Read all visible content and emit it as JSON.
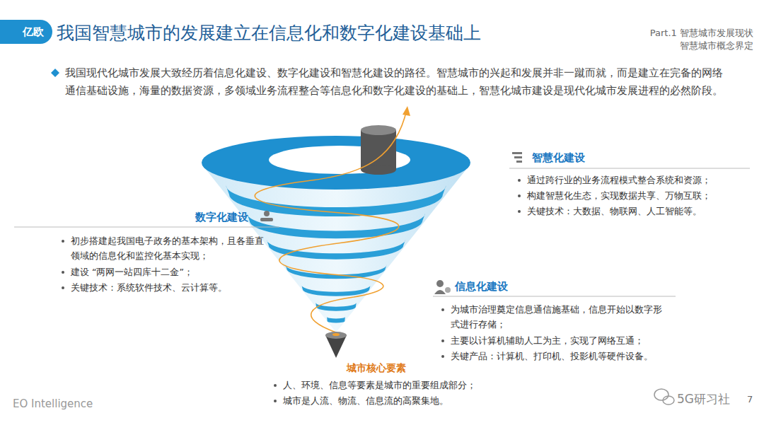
{
  "diagram": {
    "title": "我国智慧城市的发展建立在信息化和数字化建设基础上",
    "nodes": [
      {
        "text": [
          "亿欧"
        ]
      }
    ],
    "labels": [
      "Part.1 智慧城市发展现状",
      "智慧城市概念界定",
      "我国现代化城市发展大致经历着信息化建设、数字化建设和智慧化建设的路径。智慧城市的兴起和发展并非一蹴而就，而是建立在完备的网络通信基础设施，海量的数据资源，多领域业务流程整合等信息化和数字化建设的基础上，智慧化城市建设是现代化城市发展进程的必然阶段。",
      "智慧化建设",
      "通过跨行业的业务流程模式整合系统和资源；",
      "构建智慧化生态，实现数据共享、万物互联；",
      "关键技术：大数据、物联网、人工智能等。",
      "数字化建设",
      "初步搭建起我国电子政务的基本架构，且各垂直领域的信息化和监控化基本实现；",
      "建设 “两网一站四库十二金”；",
      "关键技术：系统软件技术、云计算等。",
      "信息化建设",
      "为城市治理奠定信息通信施基础，信息开始以数字形式进行存储；",
      "主要以计算机辅助人工为主，实现了网络互通；",
      "关键产品：计算机、打印机、投影机等硬件设备。",
      "城市核心要素",
      "人、环境、信息等要素是城市的重要组成部分；",
      "城市是人流、物流、信息流的高聚集地。",
      "EO Intelligence",
      "5G研习社",
      "7"
    ]
  }
}
